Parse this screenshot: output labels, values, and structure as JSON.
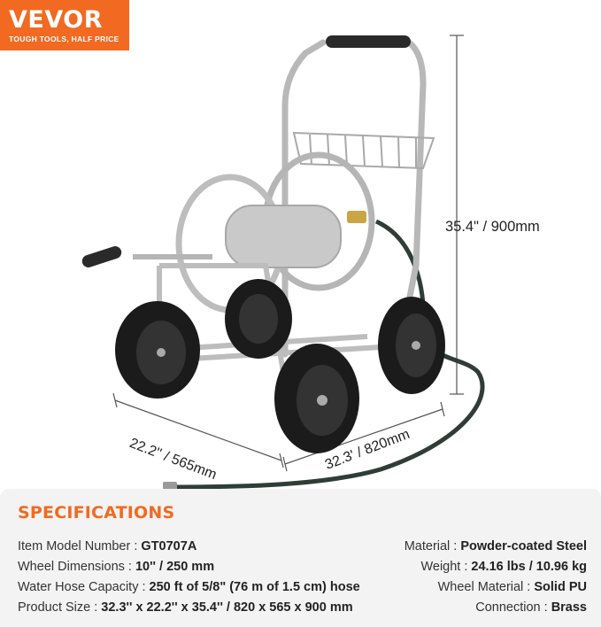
{
  "logo": {
    "brand": "VEVOR",
    "tagline": "TOUGH TOOLS, HALF PRICE"
  },
  "dimensions": {
    "height": "35.4\" / 900mm",
    "depth": "22.2'' / 565mm",
    "width": "32.3' / 820mm"
  },
  "specs": {
    "title": "SPECIFICATIONS",
    "left": [
      {
        "label": "Item Model Number : ",
        "value": "GT0707A"
      },
      {
        "label": "Wheel Dimensions : ",
        "value": "10'' / 250 mm"
      },
      {
        "label": "Water Hose Capacity : ",
        "value": "250 ft of 5/8\" (76 m of 1.5 cm) hose"
      },
      {
        "label": "Product Size : ",
        "value": "32.3'' x 22.2'' x 35.4'' / 820 x 565 x 900 mm"
      }
    ],
    "right": [
      {
        "label": "Material : ",
        "value": "Powder-coated Steel"
      },
      {
        "label": "Weight : ",
        "value": "24.16 lbs / 10.96 kg"
      },
      {
        "label": "Wheel Material : ",
        "value": "Solid PU"
      },
      {
        "label": "Connection : ",
        "value": "Brass"
      }
    ]
  },
  "colors": {
    "brand_orange": "#f26a21",
    "panel_bg": "#f3f3f3"
  }
}
